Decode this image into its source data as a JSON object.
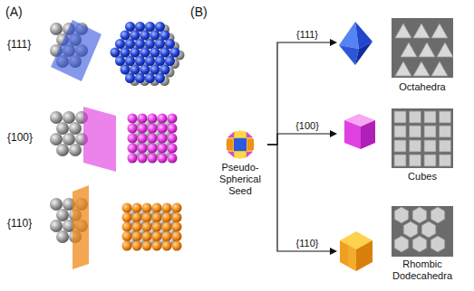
{
  "diagram": {
    "nodes": [
      {
        "text": [
          "Pseudo-Spherical Seed"
        ]
      },
      {
        "text": [
          "Octahedra"
        ]
      },
      {
        "text": [
          "Cubes"
        ]
      },
      {
        "text": [
          "Rhombic Dodecahedra"
        ]
      }
    ],
    "edges": [
      {
        "from": 0,
        "to": 1,
        "label": "{111}",
        "arrow": "to"
      },
      {
        "from": 0,
        "to": 2,
        "label": "{100}",
        "arrow": "to"
      },
      {
        "from": 0,
        "to": 3,
        "label": "{110}",
        "arrow": "to"
      }
    ],
    "labels": [
      "(A)",
      "{111}",
      "{100}",
      "{110}",
      "(B)"
    ]
  }
}
